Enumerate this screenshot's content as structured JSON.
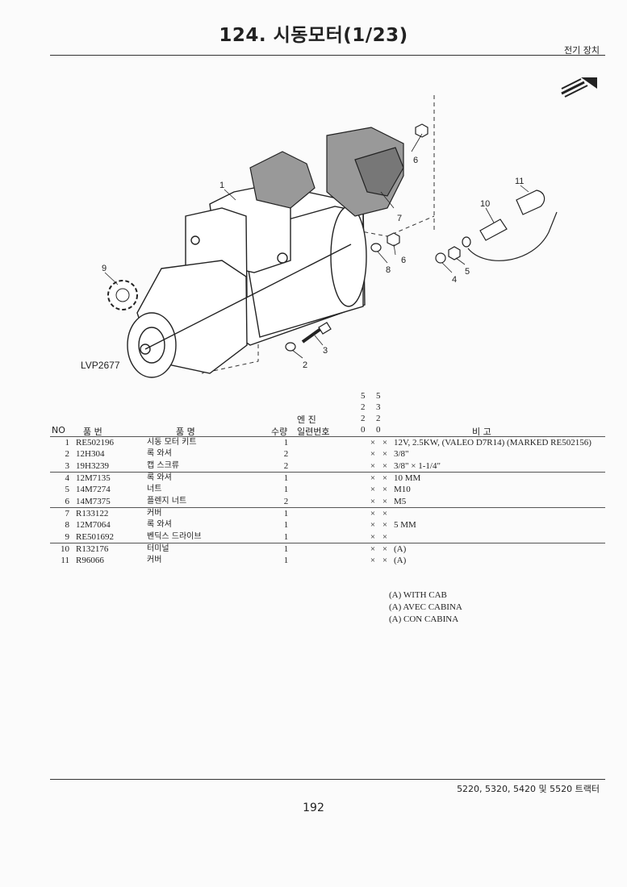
{
  "header": {
    "title": "124. 시동모터(1/23)",
    "section": "전기 장치"
  },
  "diagram": {
    "code": "LVP2677",
    "callouts": [
      "1",
      "2",
      "3",
      "4",
      "5",
      "6",
      "6",
      "7",
      "8",
      "9",
      "10",
      "11"
    ]
  },
  "table": {
    "model_digits": [
      [
        "5",
        "5"
      ],
      [
        "2",
        "3"
      ],
      [
        "2",
        "2"
      ],
      [
        "0",
        "0"
      ]
    ],
    "headers": {
      "no": "NO",
      "part_no": "품      번",
      "name": "품            명",
      "qty": "수량",
      "engine": "엔      진",
      "serial": "일련번호",
      "remarks": "비            고"
    },
    "rows": [
      {
        "no": "1",
        "part": "RE502196",
        "name": "시동 모터 키트",
        "qty": "1",
        "m1": "×",
        "m2": "×",
        "remarks": "12V, 2.5KW, (VALEO D7R14) (MARKED RE502156)"
      },
      {
        "no": "2",
        "part": "12H304",
        "name": "록 와셔",
        "qty": "2",
        "m1": "×",
        "m2": "×",
        "remarks": "3/8\""
      },
      {
        "no": "3",
        "part": "19H3239",
        "name": "캡 스크류",
        "qty": "2",
        "m1": "×",
        "m2": "×",
        "remarks": "3/8\" × 1-1/4\""
      },
      {
        "no": "4",
        "part": "12M7135",
        "name": "록 와셔",
        "qty": "1",
        "m1": "×",
        "m2": "×",
        "remarks": "10 MM"
      },
      {
        "no": "5",
        "part": "14M7274",
        "name": "너트",
        "qty": "1",
        "m1": "×",
        "m2": "×",
        "remarks": "M10"
      },
      {
        "no": "6",
        "part": "14M7375",
        "name": "플렌지 너트",
        "qty": "2",
        "m1": "×",
        "m2": "×",
        "remarks": "M5"
      },
      {
        "no": "7",
        "part": "R133122",
        "name": "커버",
        "qty": "1",
        "m1": "×",
        "m2": "×",
        "remarks": ""
      },
      {
        "no": "8",
        "part": "12M7064",
        "name": "록 와셔",
        "qty": "1",
        "m1": "×",
        "m2": "×",
        "remarks": "5 MM"
      },
      {
        "no": "9",
        "part": "RE501692",
        "name": "벤딕스 드라이브",
        "qty": "1",
        "m1": "×",
        "m2": "×",
        "remarks": ""
      },
      {
        "no": "10",
        "part": "R132176",
        "name": "터미널",
        "qty": "1",
        "m1": "×",
        "m2": "×",
        "remarks": "(A)"
      },
      {
        "no": "11",
        "part": "R96066",
        "name": "커버",
        "qty": "1",
        "m1": "×",
        "m2": "×",
        "remarks": "(A)"
      }
    ]
  },
  "notes": [
    "(A) WITH CAB",
    "(A) AVEC CABINA",
    "(A) CON CABINA"
  ],
  "footer": {
    "models": "5220, 5320, 5420 및 5520 트랙터",
    "page": "192"
  }
}
